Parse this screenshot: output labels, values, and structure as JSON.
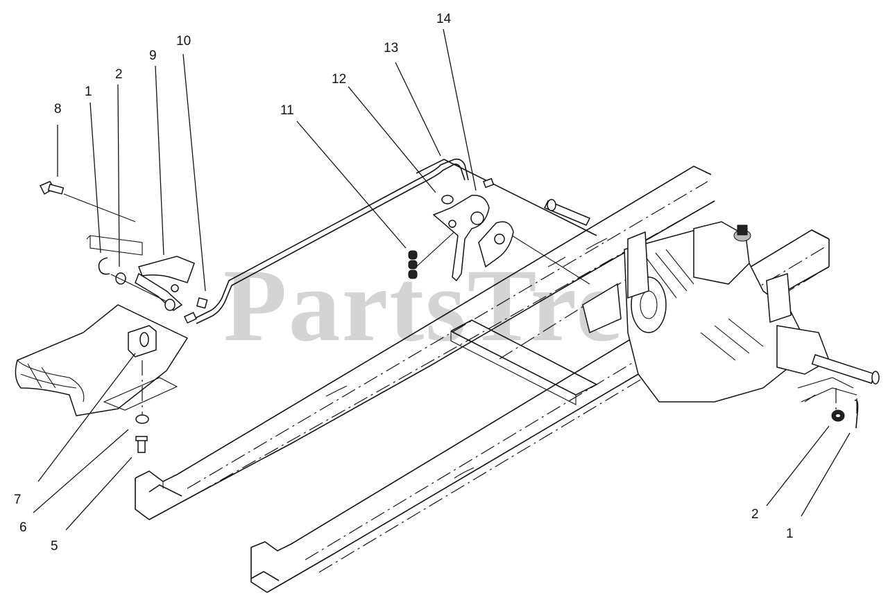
{
  "watermark": "PartsTree",
  "callouts": {
    "c8": "8",
    "c1_top": "1",
    "c2_top": "2",
    "c9": "9",
    "c10": "10",
    "c11": "11",
    "c12": "12",
    "c13": "13",
    "c14": "14",
    "c7": "7",
    "c6": "6",
    "c5": "5",
    "c2_bottom": "2",
    "c1_bottom": "1"
  }
}
